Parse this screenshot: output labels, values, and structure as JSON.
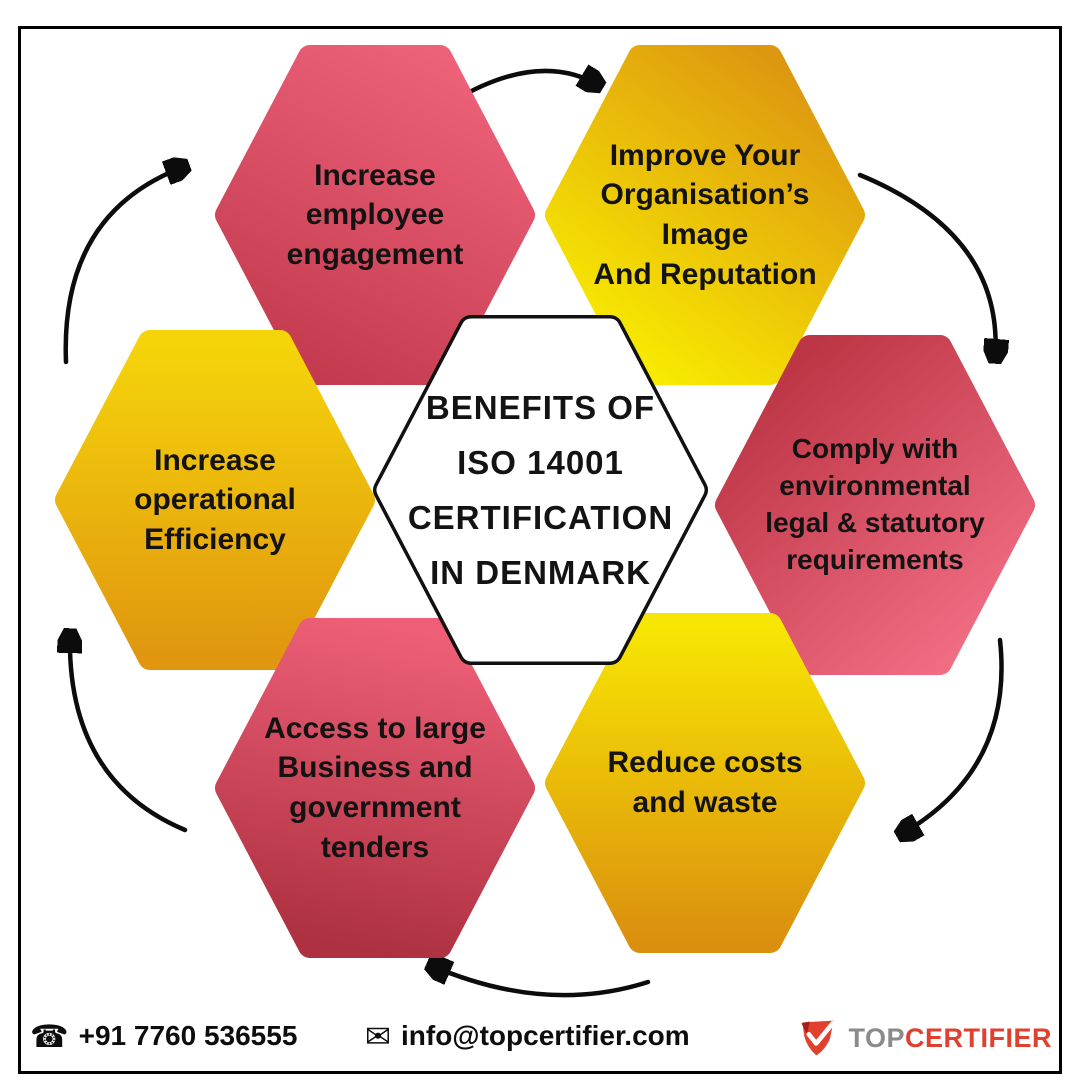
{
  "poster": {
    "center": {
      "lines": [
        "BENEFITS OF",
        "ISO 14001",
        "CERTIFICATION",
        "IN DENMARK"
      ]
    },
    "hexagons": [
      {
        "position": "top-left",
        "label": "Increase\nemployee\nengagement",
        "colors": [
          "#ee6279",
          "#c33a4e"
        ]
      },
      {
        "position": "top-right",
        "label": "Improve Your\nOrganisation’s\nImage\nAnd Reputation",
        "colors": [
          "#dd9710",
          "#f8ec00"
        ]
      },
      {
        "position": "left",
        "label": "Increase\noperational\nEfficiency",
        "colors": [
          "#f5d50a",
          "#e0960f"
        ]
      },
      {
        "position": "right",
        "label": "Comply with\nenvironmental\nlegal & statutory\nrequirements",
        "colors": [
          "#bc3545",
          "#f26e84"
        ]
      },
      {
        "position": "bottom-left",
        "label": "Access to large\nBusiness and\ngovernment\ntenders",
        "colors": [
          "#ee5f77",
          "#ad3140"
        ]
      },
      {
        "position": "bottom-right",
        "label": "Reduce costs\nand waste",
        "colors": [
          "#f7e603",
          "#db8f0e"
        ]
      }
    ],
    "footer": {
      "phone": "+91 7760 536555",
      "email": "info@topcertifier.com",
      "icons": {
        "phone": "☎",
        "envelope": "✉"
      },
      "logo": {
        "top": "TOP",
        "rest": "CERTIFIER",
        "gray_color": "#8b8b8b",
        "red_color": "#e2402f"
      }
    }
  }
}
